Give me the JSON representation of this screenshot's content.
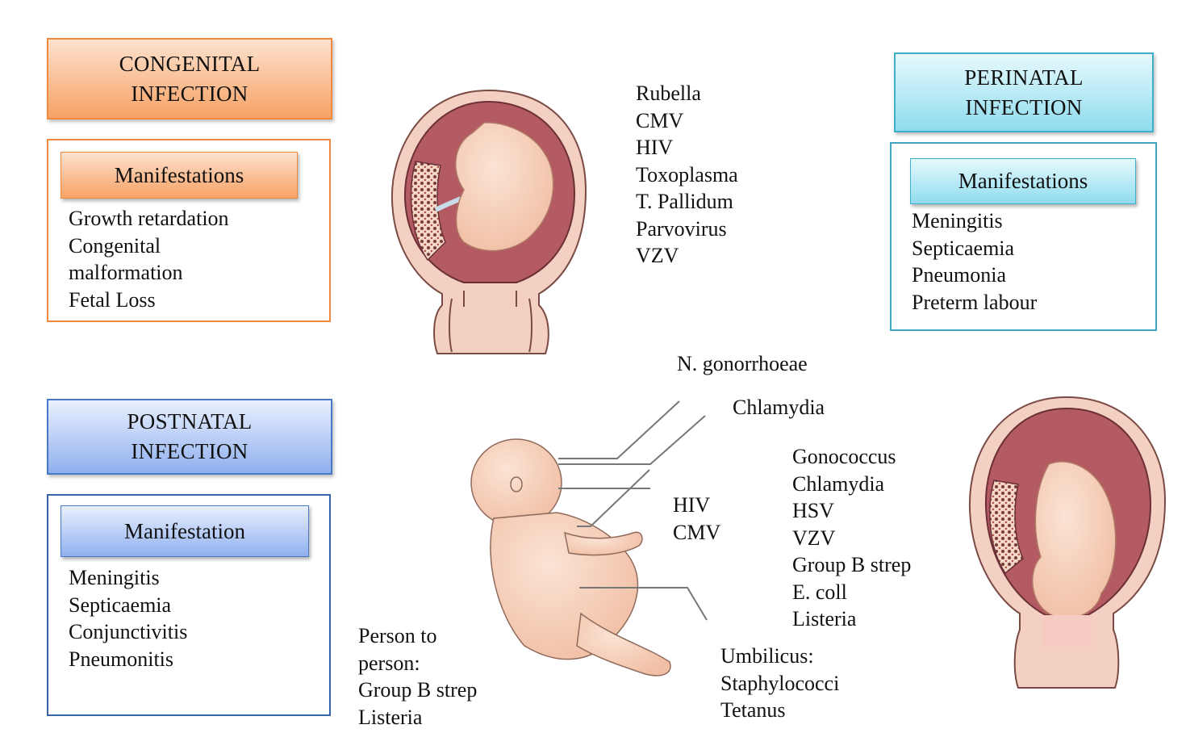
{
  "congenital": {
    "title": "CONGENITAL\nINFECTION",
    "manifestations_label": "Manifestations",
    "items": [
      "Growth retardation",
      "Congenital",
      "malformation",
      "Fetal Loss"
    ]
  },
  "perinatal": {
    "title": "PERINATAL\nINFECTION",
    "manifestations_label": "Manifestations",
    "items": [
      "Meningitis",
      "Septicaemia",
      "Pneumonia",
      "Preterm labour"
    ]
  },
  "postnatal": {
    "title": "POSTNATAL\nINFECTION",
    "manifestations_label": "Manifestation",
    "items": [
      "Meningitis",
      "Septicaemia",
      "Conjunctivitis",
      "Pneumonitis"
    ]
  },
  "congenital_pathogens": [
    "Rubella",
    "CMV",
    "HIV",
    "Toxoplasma",
    "T. Pallidum",
    "Parvovirus",
    "VZV"
  ],
  "perinatal_pathogens": [
    "Gonococcus",
    "Chlamydia",
    "HSV",
    "VZV",
    "Group B strep",
    "E. coll",
    "Listeria"
  ],
  "eye_labels": {
    "gonorrhoeae": "N. gonorrhoeae",
    "chlamydia": "Chlamydia"
  },
  "breast_milk": [
    "HIV",
    "CMV"
  ],
  "person_to_person": [
    "Person to",
    "person:",
    "Group B strep",
    "Listeria"
  ],
  "umbilicus": [
    "Umbilicus:",
    "Staphylococci",
    "Tetanus"
  ],
  "colors": {
    "congenital": "#f0883e",
    "perinatal": "#3fb0c8",
    "postnatal": "#3563a8",
    "uterus": "#b85a62",
    "skin": "#f7d2bd"
  }
}
